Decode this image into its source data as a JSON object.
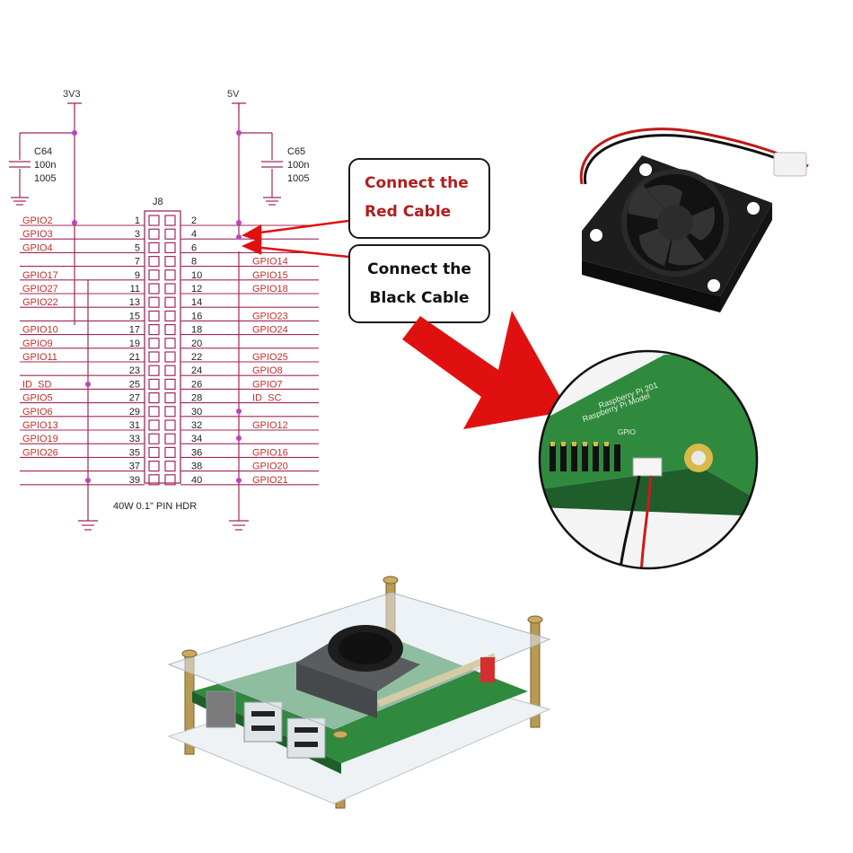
{
  "schematic": {
    "rail_left": "3V3",
    "rail_right": "5V",
    "cap_left": {
      "name": "C64",
      "value": "100n",
      "size": "1005"
    },
    "cap_right": {
      "name": "C65",
      "value": "100n",
      "size": "1005"
    },
    "header_name": "J8",
    "header_caption": "40W 0.1\" PIN HDR",
    "left_labels": [
      "GPIO2",
      "GPIO3",
      "GPIO4",
      "",
      "GPIO17",
      "GPIO27",
      "GPIO22",
      "",
      "GPIO10",
      "GPIO9",
      "GPIO11",
      "",
      "ID_SD",
      "GPIO5",
      "GPIO6",
      "GPIO13",
      "GPIO19",
      "GPIO26",
      ""
    ],
    "right_labels": [
      "",
      "",
      "",
      "GPIO14",
      "GPIO15",
      "GPIO18",
      "",
      "GPIO23",
      "GPIO24",
      "",
      "GPIO25",
      "GPIO8",
      "GPIO7",
      "ID_SC",
      "",
      "GPIO12",
      "",
      "GPIO16",
      "GPIO20",
      "GPIO21"
    ],
    "odd_pins": [
      "1",
      "3",
      "5",
      "7",
      "9",
      "11",
      "13",
      "15",
      "17",
      "19",
      "21",
      "23",
      "25",
      "27",
      "29",
      "31",
      "33",
      "35",
      "37",
      "39"
    ],
    "even_pins": [
      "2",
      "4",
      "6",
      "8",
      "10",
      "12",
      "14",
      "16",
      "18",
      "20",
      "22",
      "24",
      "26",
      "28",
      "30",
      "32",
      "34",
      "36",
      "38",
      "40"
    ]
  },
  "callouts": {
    "red_line1": "Connect the",
    "red_line2": "Red Cable",
    "black_line1": "Connect the",
    "black_line2": "Black Cable"
  },
  "board_silkscreen": {
    "line1": "Raspberry Pi 201",
    "line2": "Raspberry Pi Model",
    "gpio_label": "GPIO"
  },
  "colors": {
    "wire": "#a0285a",
    "label_red": "#c0302a",
    "junction": "#c040c0",
    "arrow": "#e01010",
    "callout_red_text": "#b01e1e",
    "pcb_green": "#2f8a3e"
  }
}
